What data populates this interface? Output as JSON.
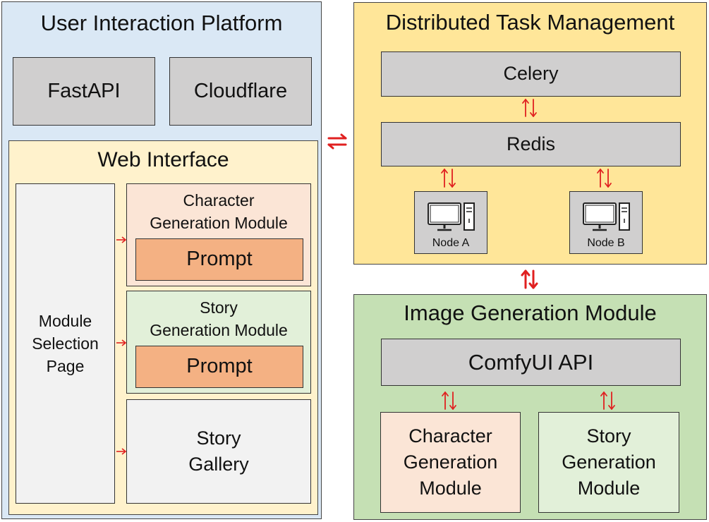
{
  "user_platform": {
    "title": "User Interaction Platform",
    "fastapi": "FastAPI",
    "cloudflare": "Cloudflare"
  },
  "web_interface": {
    "title": "Web Interface",
    "module_selection": "Module\nSelection\nPage",
    "character_module": "Character\nGeneration Module",
    "story_module": "Story\nGeneration Module",
    "prompt_1": "Prompt",
    "prompt_2": "Prompt",
    "story_gallery": "Story\nGallery"
  },
  "task_management": {
    "title": "Distributed Task Management",
    "celery": "Celery",
    "redis": "Redis",
    "node_a": "Node A",
    "node_b": "Node B"
  },
  "image_generation": {
    "title": "Image Generation Module",
    "comfyui": "ComfyUI API",
    "character_module": "Character\nGeneration\nModule",
    "story_module": "Story\nGeneration\nModule"
  },
  "colors": {
    "platform_bg": "#dae8f5",
    "web_bg": "#fff2cc",
    "task_bg": "#ffe699",
    "image_bg": "#c5e0b4",
    "arrow": "#e02020"
  }
}
